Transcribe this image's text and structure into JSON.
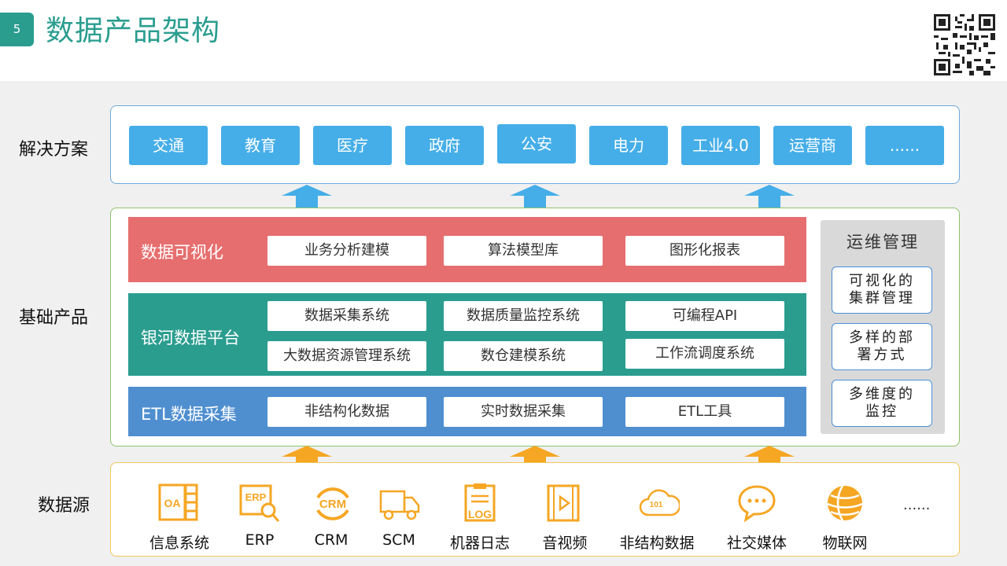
{
  "header": {
    "page_number": "5",
    "title": "数据产品架构"
  },
  "rows": {
    "solutions": "解决方案",
    "foundation": "基础产品",
    "sources": "数据源"
  },
  "solutions": [
    "交通",
    "教育",
    "医疗",
    "政府",
    "公安",
    "电力",
    "工业4.0",
    "运营商",
    "......"
  ],
  "visualization": {
    "label": "数据可视化",
    "items": [
      "业务分析建模",
      "算法模型库",
      "图形化报表"
    ]
  },
  "platform": {
    "label": "银河数据平台",
    "items": [
      "数据采集系统",
      "数据质量监控系统",
      "可编程API",
      "大数据资源管理系统",
      "数仓建模系统",
      "工作流调度系统"
    ]
  },
  "etl": {
    "label": "ETL数据采集",
    "items": [
      "非结构化数据",
      "实时数据采集",
      "ETL工具"
    ]
  },
  "ops": {
    "title": "运维管理",
    "items": [
      "可视化的集群管理",
      "多样的部署方式",
      "多维度的监控"
    ]
  },
  "sources": [
    {
      "label": "信息系统",
      "icon": "oa-icon",
      "icon_text": "OA"
    },
    {
      "label": "ERP",
      "icon": "erp-icon",
      "icon_text": "ERP"
    },
    {
      "label": "CRM",
      "icon": "crm-icon",
      "icon_text": "CRM"
    },
    {
      "label": "SCM",
      "icon": "truck-icon"
    },
    {
      "label": "机器日志",
      "icon": "log-icon",
      "icon_text": "LOG"
    },
    {
      "label": "音视频",
      "icon": "video-icon"
    },
    {
      "label": "非结构数据",
      "icon": "cloud-binary-icon",
      "icon_text": "101"
    },
    {
      "label": "社交媒体",
      "icon": "chat-icon"
    },
    {
      "label": "物联网",
      "icon": "globe-icon"
    }
  ],
  "sources_more": "......",
  "colors": {
    "teal": "#2a9d8f",
    "blue": "#45aee8",
    "red": "#e66e6e",
    "etl_blue": "#4f8fd0",
    "orange": "#f5a623",
    "arrow_blue": "#45aee8"
  }
}
